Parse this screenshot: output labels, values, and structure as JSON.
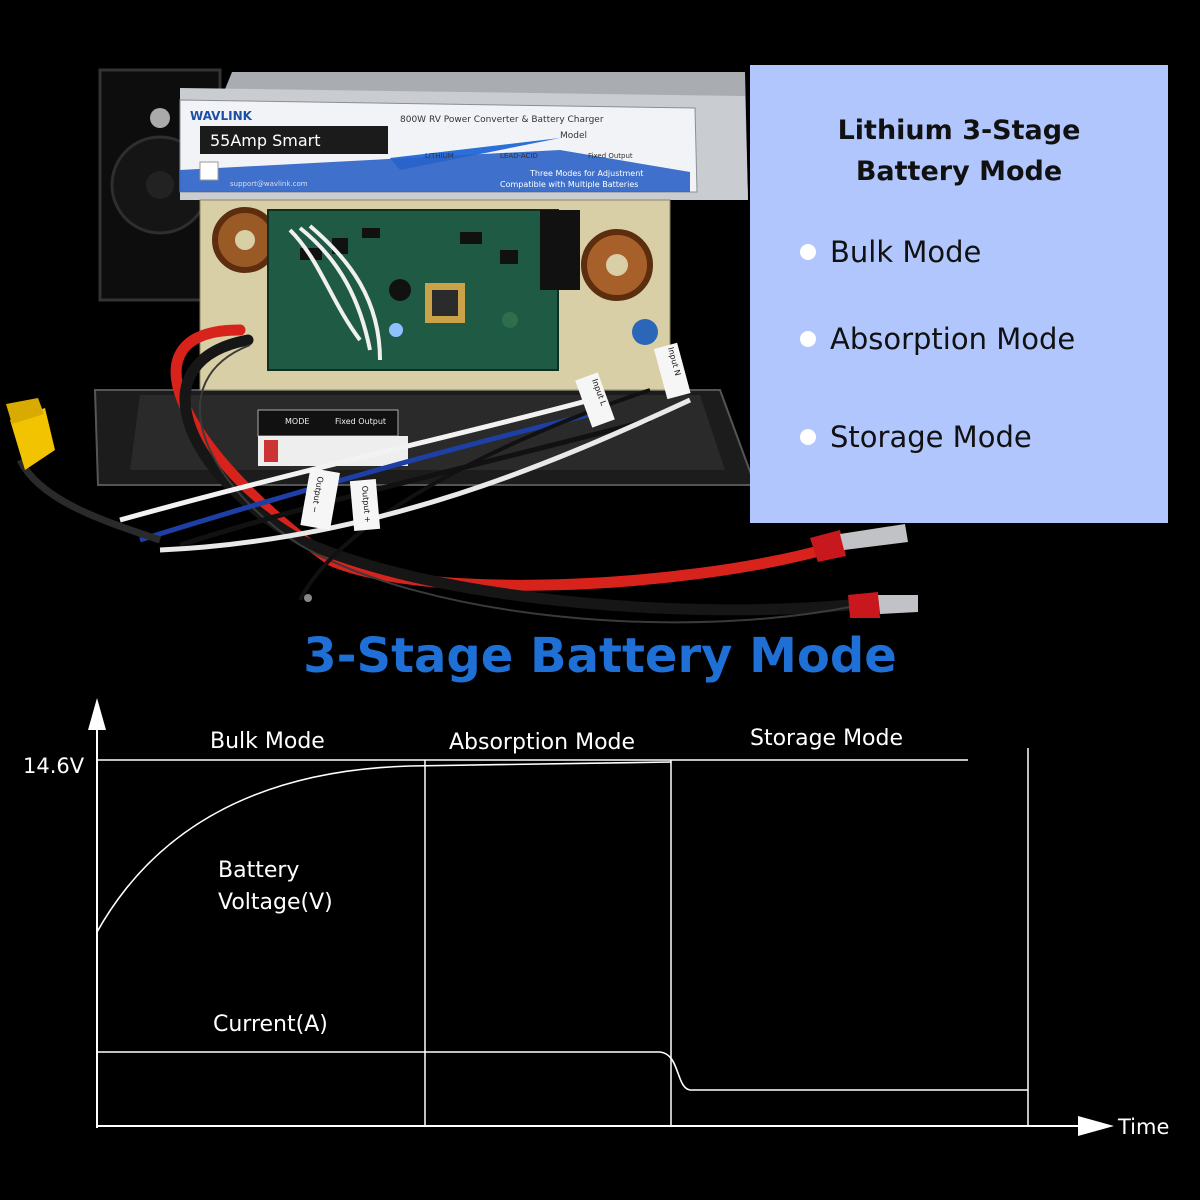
{
  "product": {
    "brand": "WAVLINK",
    "badge": "55Amp Smart",
    "header_line": "800W RV Power Converter & Battery Charger",
    "model_label": "Model",
    "modes": [
      "LITHIUM",
      "LEAD-ACID",
      "Fixed Output"
    ],
    "note_line1": "Three Modes for Adjustment",
    "note_line2": "Compatible with Multiple Batteries",
    "support": "support@wavlink.com",
    "label_mode": "MODE",
    "label_fixed": "Fixed Output",
    "tag_input_l": "Input L",
    "tag_input_n": "Input N",
    "tag_output_minus": "Output −",
    "tag_output_plus": "Output +"
  },
  "panel": {
    "title_line1": "Lithium 3-Stage",
    "title_line2": "Battery Mode",
    "items": [
      "Bulk Mode",
      "Absorption Mode",
      "Storage Mode"
    ]
  },
  "main_heading": "3-Stage Battery Mode",
  "colors": {
    "background": "#000000",
    "panel_bg": "#b1c6fd",
    "heading_blue": "#1f70d6"
  },
  "chart_data": {
    "type": "line",
    "stages": [
      "Bulk Mode",
      "Absorption Mode",
      "Storage Mode"
    ],
    "ytick": "14.6V",
    "xlabel": "Time",
    "series": [
      {
        "name": "Battery Voltage(V)"
      },
      {
        "name": "Current(A)"
      }
    ]
  }
}
